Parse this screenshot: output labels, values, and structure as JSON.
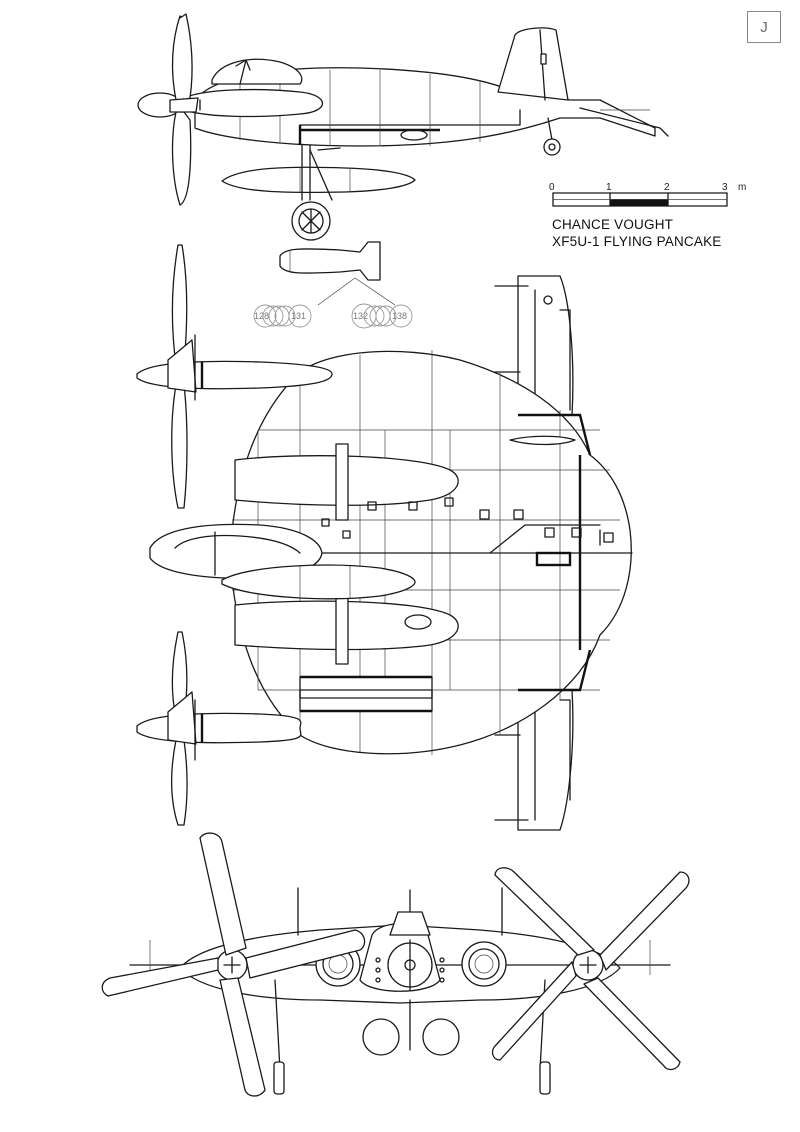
{
  "sheet": {
    "corner_mark": "J",
    "title_line1": "CHANCE VOUGHT",
    "title_line2": "XF5U-1 FLYING PANCAKE"
  },
  "scale_bar": {
    "labels": [
      "0",
      "1",
      "2",
      "3"
    ],
    "unit": "m"
  },
  "stores": {
    "labels": [
      "128",
      "131",
      "132",
      "138"
    ]
  }
}
